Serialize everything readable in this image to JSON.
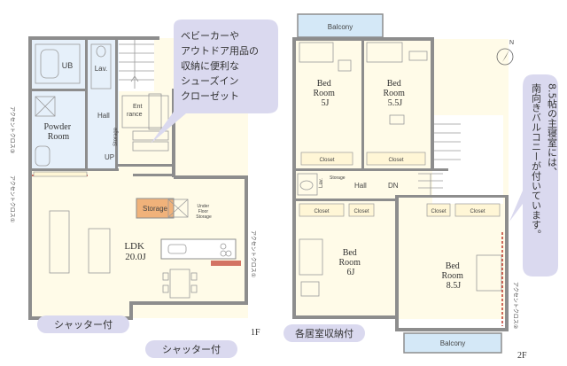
{
  "floor1": {
    "rooms": {
      "ub": "UB",
      "lav": "Lav.",
      "powder_room": [
        "Powder",
        "Room"
      ],
      "hall": "Hall",
      "entrance": [
        "Ent",
        "rance"
      ],
      "storage_small": "Storage",
      "up": "UP",
      "storage": "Storage",
      "ldk": [
        "LDK",
        "20.0J"
      ],
      "floor_storage": [
        "Under",
        "Floor",
        "Storage"
      ]
    },
    "accent_cloth_3": "アクセントクロス③",
    "accent_cloth_1": "アクセントクロス①",
    "accent_cloth_1b": "アクセントクロス①",
    "shutter_left": "シャッター付",
    "shutter_bottom": "シャッター付",
    "floor_label": "1F",
    "callout": [
      "ベビーカーや",
      "アウトドア用品の",
      "収納に便利な",
      "シューズイン",
      "クローゼット"
    ]
  },
  "floor2": {
    "rooms": {
      "balcony_top": "Balcony",
      "bed1": [
        "Bed",
        "Room",
        "5J"
      ],
      "bed2": [
        "Bed",
        "Room",
        "5.5J"
      ],
      "bed3": [
        "Bed",
        "Room",
        "6J"
      ],
      "bed4": [
        "Bed",
        "Room",
        "8.5J"
      ],
      "hall": "Hall",
      "dn": "DN",
      "toilet_storage": "Storage",
      "lav": "Lav.",
      "balcony_bottom": "Balcony"
    },
    "closet": "Closet",
    "accent_cloth_2": "アクセントクロス②",
    "storage_note": "各居室収納付",
    "floor_label": "2F",
    "callout_vertical": [
      "8.5帖の主寝室には、",
      "南向きバルコニーが付いています。"
    ]
  },
  "compass_label": "N",
  "colors": {
    "wall": "#8d8d8d",
    "room_fill": "#fffbe8",
    "wet_fill": "#e6f0fa",
    "balcony_fill": "#d4e8f7",
    "storage_fill": "#f0b27a",
    "callout_fill": "#dad9ef",
    "accent_red": "#c0392b"
  },
  "icons": [
    "compass-icon",
    "bathtub-icon",
    "toilet-icon",
    "sink-icon",
    "kitchen-stove-icon",
    "sofa-icon",
    "bed-icon",
    "desk-icon",
    "stairs-icon"
  ]
}
